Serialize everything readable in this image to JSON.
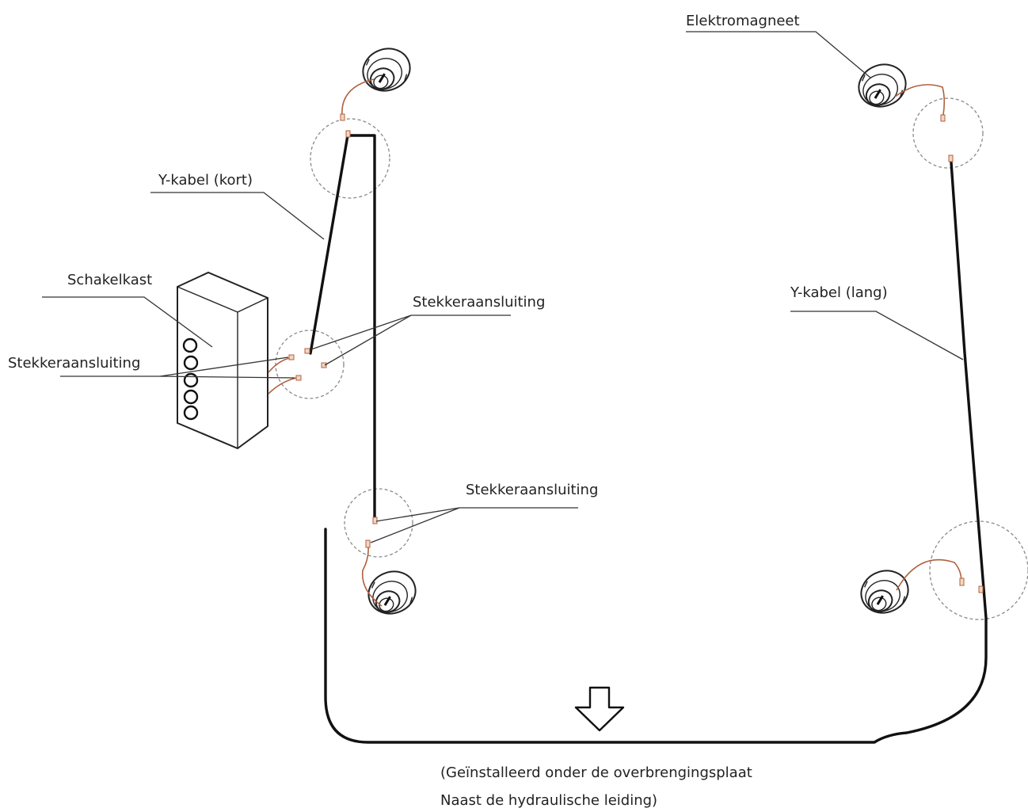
{
  "labels": {
    "elektromagneet": "Elektromagneet",
    "y_kabel_kort": "Y-kabel (kort)",
    "y_kabel_lang": "Y-kabel (lang)",
    "schakelkast": "Schakelkast",
    "stekker_left": "Stekkeraansluiting",
    "stekker_top": "Stekkeraansluiting",
    "stekker_bottom": "Stekkeraansluiting"
  },
  "caption": {
    "line1": "(Geïnstalleerd onder de overbrengingsplaat",
    "line2": "Naast de hydraulische leiding)"
  },
  "icons": [
    "electromagnet-icon",
    "control-box-icon",
    "down-arrow-icon"
  ],
  "colors": {
    "cable": "#111111",
    "wire": "#b0603f",
    "dashed_circle": "#8a8a8a"
  }
}
